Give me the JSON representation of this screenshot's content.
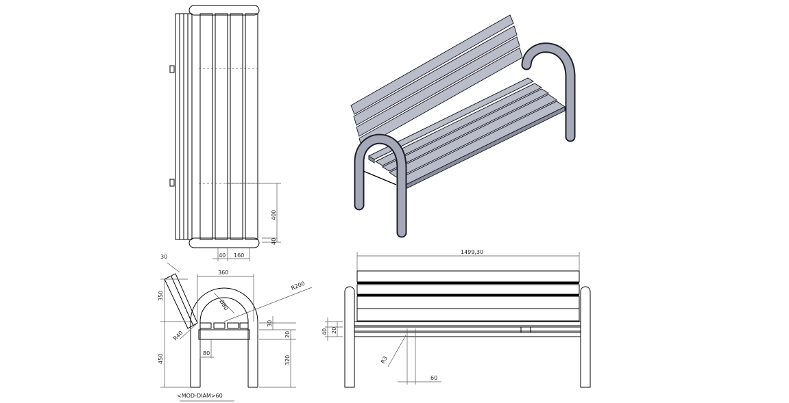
{
  "drawing": {
    "dimensions": {
      "top_400": "400",
      "top_40": "40",
      "top_40b": "40",
      "top_160": "160",
      "side_30": "30",
      "side_360": "360",
      "side_R200": "R200",
      "side_350": "350",
      "side_80dia": "Ø80",
      "side_R40": "R40",
      "side_450": "450",
      "side_30b": "30",
      "side_20": "20",
      "side_320": "320",
      "side_80": "80",
      "side_mod_diam": "<MOD-DIAM>60",
      "front_width": "1499,30",
      "front_40": "40",
      "front_20": "20",
      "front_R3": "R3",
      "front_60": "60"
    }
  }
}
